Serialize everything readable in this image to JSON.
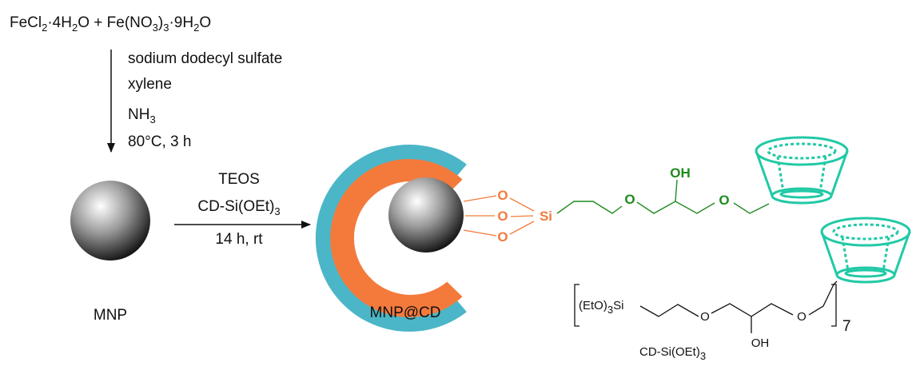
{
  "reactants": {
    "fecl2": "FeCl",
    "fecl2_sub": "2",
    "fecl2_water": "·4H",
    "fecl2_water_sub": "2",
    "fecl2_tail": "O",
    "plus": " + ",
    "fenitrate": "Fe(NO",
    "fenitrate_sub1": "3",
    "fenitrate_mid": ")",
    "fenitrate_sub2": "3",
    "fenitrate_water": "·9H",
    "fenitrate_water_sub": "2",
    "fenitrate_tail": "O"
  },
  "step1": {
    "line1": "sodium dodecyl sulfate",
    "line2": "xylene",
    "nh3": "NH",
    "nh3_sub": "3",
    "line4": "80°C, 3 h"
  },
  "step2": {
    "above1": "TEOS",
    "above2": "CD-Si(OEt)",
    "above2_sub": "3",
    "below": "14 h, rt"
  },
  "labels": {
    "mnp": "MNP",
    "mnp_cd": "MNP@CD"
  },
  "structure": {
    "o": "O",
    "si": "Si",
    "oh": "OH",
    "etosi": "(EtO)",
    "etosi_sub": "3",
    "etosi_tail": "Si",
    "repeat": "7",
    "reagent": "CD-Si(OEt)",
    "reagent_sub": "3"
  },
  "colors": {
    "teal": "#4bb6c7",
    "orange": "#f47a3c",
    "green": "#1f8a1f",
    "cyclodextrin": "#22c9a6"
  }
}
